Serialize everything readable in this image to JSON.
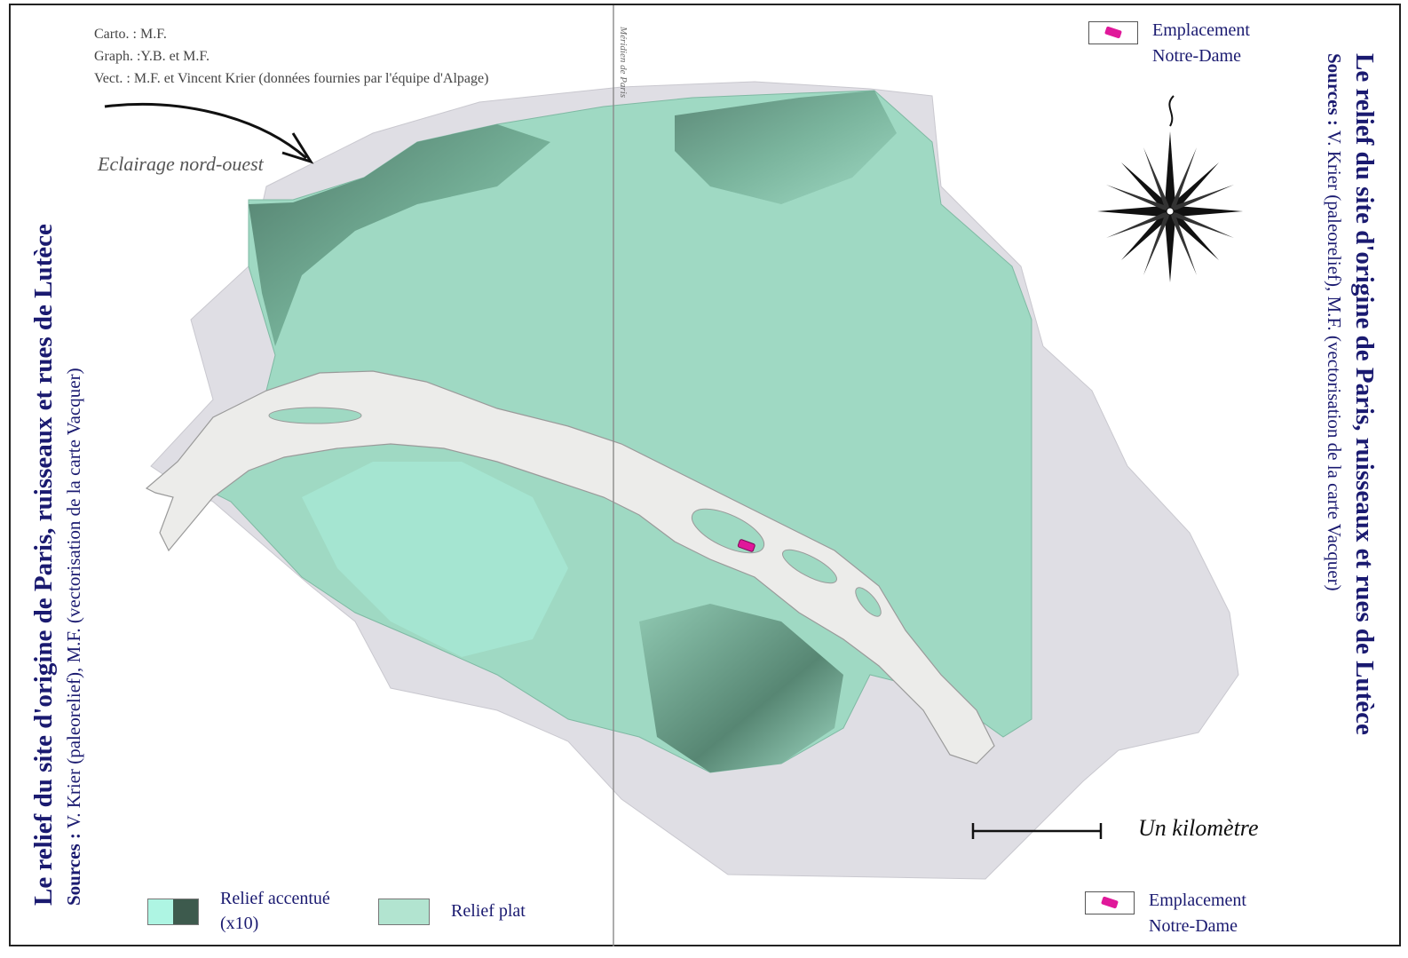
{
  "colors": {
    "relief_light": "#aef5e3",
    "relief_dark": "#3d5a4d",
    "relief_plat": "#b2e4d0",
    "terrain": "#9fd9c3",
    "outside": "#dfdee4",
    "river": "#ececea",
    "notre_dame": "#e0189a",
    "title_blue": "#1a1a70"
  },
  "credits": [
    "Carto. : M.F.",
    "Graph. :Y.B. et M.F.",
    "Vect. : M.F. et Vincent Krier (données fournies par l'équipe d'Alpage)"
  ],
  "meridian_label": "Méridien de Paris",
  "lighting_label": "Eclairage nord-ouest",
  "title": "Le relief du site d'origine de Paris, ruisseaux et rues de Lutèce",
  "sources": {
    "prefix": "Sources :",
    "text": " V. Krier (paleorelief), M.F. (vectorisation de la carte Vacquer)"
  },
  "notre_dame_legend": {
    "line1": "Emplacement",
    "line2": "Notre-Dame",
    "icon": "pink-rectangle-icon"
  },
  "compass": {
    "icon": "compass-rose-icon"
  },
  "scale_label": "Un kilomètre",
  "legend": {
    "accentuated": {
      "line1": "Relief accentué",
      "line2": "(x10)"
    },
    "flat": {
      "label": "Relief plat"
    }
  }
}
